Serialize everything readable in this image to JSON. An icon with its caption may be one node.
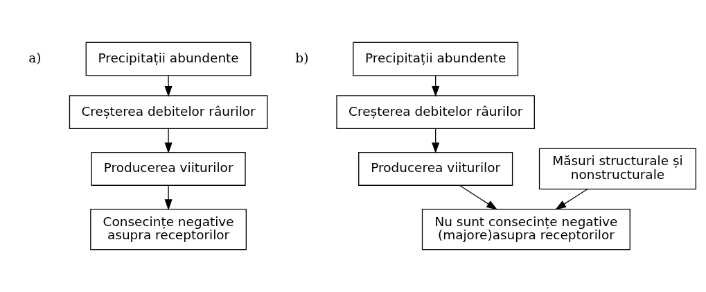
{
  "diagram": {
    "nodes": [
      {
        "text": [
          "Precipitații abundente"
        ]
      },
      {
        "text": [
          "Creșterea debitelor râurilor"
        ]
      },
      {
        "text": [
          "Producerea viiturilor"
        ]
      },
      {
        "text": [
          "Consecințe negative asupra receptorilor"
        ]
      },
      {
        "text": [
          "Precipitații abundente"
        ]
      },
      {
        "text": [
          "Creșterea debitelor râurilor"
        ]
      },
      {
        "text": [
          "Producerea viiturilor"
        ]
      },
      {
        "text": [
          "Măsuri structurale și nonstructurale"
        ]
      },
      {
        "text": [
          "Nu sunt consecințe negative (majore)asupra receptorilor"
        ]
      }
    ],
    "edges": [
      {
        "from": 0,
        "to": 1,
        "arrow": "to"
      },
      {
        "from": 1,
        "to": 2,
        "arrow": "to"
      },
      {
        "from": 2,
        "to": 3,
        "arrow": "to"
      },
      {
        "from": 4,
        "to": 5,
        "arrow": "to"
      },
      {
        "from": 5,
        "to": 6,
        "arrow": "to"
      },
      {
        "from": 6,
        "to": 8,
        "arrow": "to"
      },
      {
        "from": 7,
        "to": 8,
        "arrow": "to"
      }
    ],
    "labels": [
      "a)",
      "b)"
    ]
  }
}
